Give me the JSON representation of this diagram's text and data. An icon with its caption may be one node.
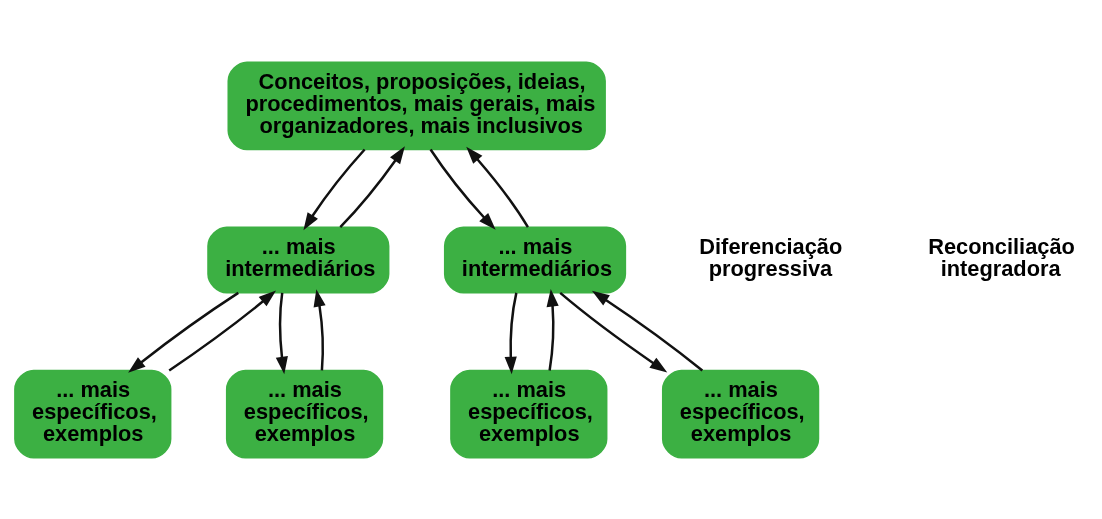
{
  "diagram": {
    "nodes": [
      {
        "text": [
          "Conceitos, proposições, ideias, procedimentos, mais gerais, mais organizadores, mais inclusivos"
        ]
      },
      {
        "text": [
          "... mais intermediários"
        ]
      },
      {
        "text": [
          "... mais intermediários"
        ]
      },
      {
        "text": [
          "... mais específicos, exemplos"
        ]
      },
      {
        "text": [
          "... mais específicos, exemplos"
        ]
      },
      {
        "text": [
          "... mais específicos, exemplos"
        ]
      },
      {
        "text": [
          "... mais específicos, exemplos"
        ]
      }
    ],
    "edges": [
      {
        "from": 1,
        "to": 0,
        "arrow": "to"
      },
      {
        "from": 0,
        "to": 1,
        "arrow": "to"
      },
      {
        "from": 0,
        "to": 2,
        "arrow": "to"
      },
      {
        "from": 2,
        "to": 0,
        "arrow": "to"
      },
      {
        "from": 3,
        "to": 1,
        "arrow": "to"
      },
      {
        "from": 1,
        "to": 3,
        "arrow": "to"
      },
      {
        "from": 1,
        "to": 4,
        "arrow": "to"
      },
      {
        "from": 4,
        "to": 1,
        "arrow": "to"
      },
      {
        "from": 5,
        "to": 2,
        "arrow": "to"
      },
      {
        "from": 2,
        "to": 5,
        "arrow": "to"
      },
      {
        "from": 2,
        "to": 6,
        "arrow": "to"
      },
      {
        "from": 6,
        "to": 2,
        "arrow": "to"
      }
    ],
    "labels": [
      "Diferenciação progressiva",
      "Reconciliação integradora"
    ]
  }
}
